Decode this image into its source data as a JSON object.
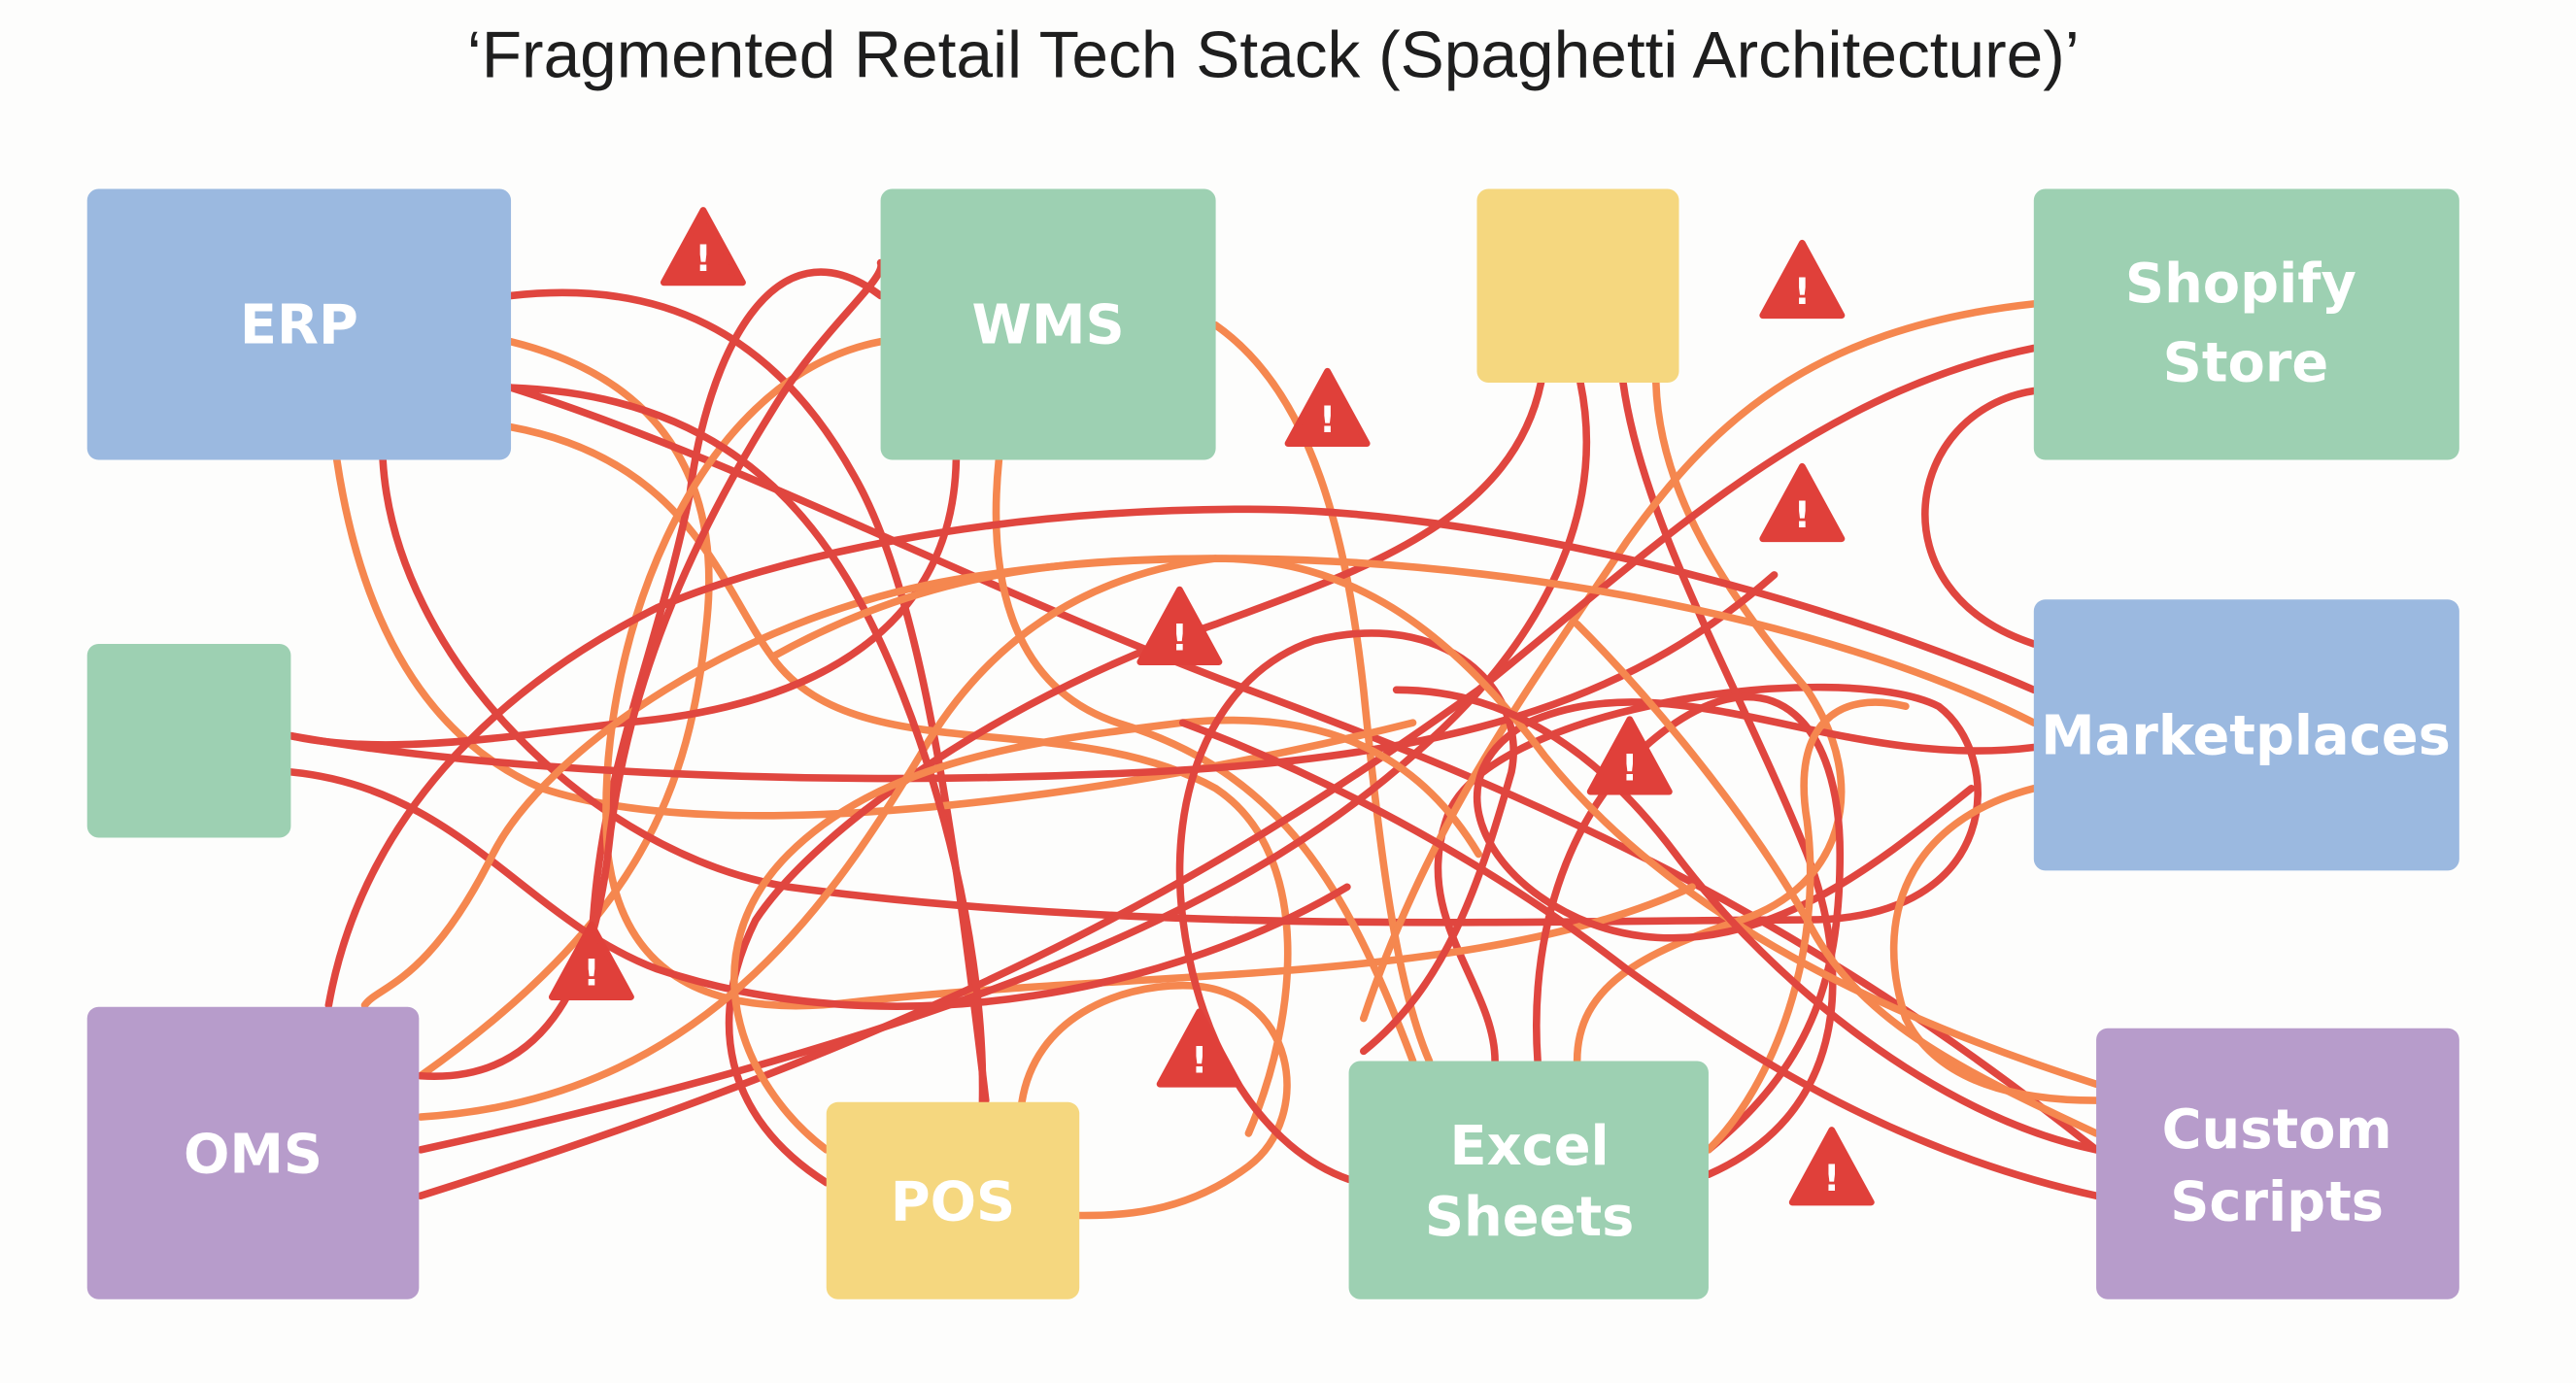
{
  "title": "‘Fragmented Retail Tech Stack (Spaghetti Architecture)’",
  "nodes": {
    "erp": {
      "lines": [
        "ERP"
      ],
      "color": "#9bb9e0"
    },
    "wms": {
      "lines": [
        "WMS"
      ],
      "color": "#9dd0b2"
    },
    "unlabeled_yellow": {
      "lines": [],
      "color": "#f5d77f"
    },
    "shopify": {
      "lines": [
        "Shopify",
        "Store"
      ],
      "color": "#9dd0b2"
    },
    "unlabeled_green": {
      "lines": [],
      "color": "#9dd0b2"
    },
    "marketplaces": {
      "lines": [
        "Marketplaces"
      ],
      "color": "#9bb9e0"
    },
    "oms": {
      "lines": [
        "OMS"
      ],
      "color": "#b79ccb"
    },
    "pos": {
      "lines": [
        "POS"
      ],
      "color": "#f5d77f"
    },
    "excel": {
      "lines": [
        "Excel",
        "Sheets"
      ],
      "color": "#9dd0b2"
    },
    "custom": {
      "lines": [
        "Custom",
        "Scripts"
      ],
      "color": "#b79ccb"
    }
  },
  "warning_icon": {
    "name": "warning-triangle-icon",
    "glyph": "!",
    "count": 9
  },
  "colors": {
    "wire_red": "#e0463f",
    "wire_orange": "#f5874f",
    "warning": "#e0403a"
  }
}
